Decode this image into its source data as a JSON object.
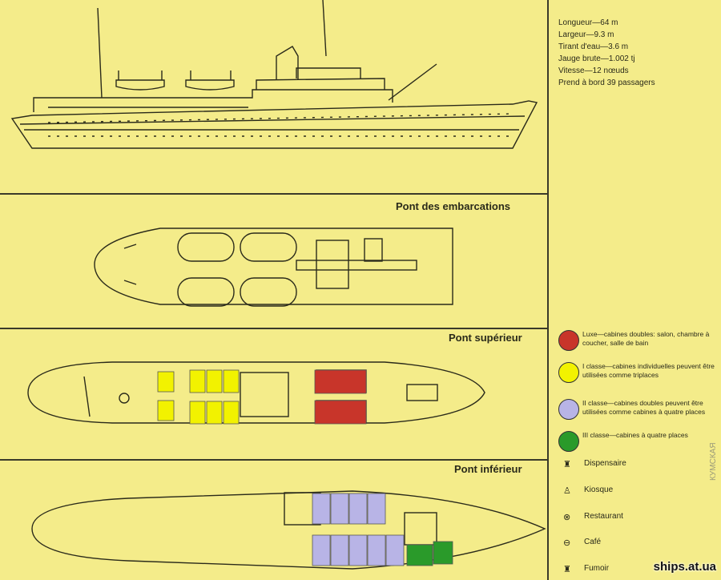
{
  "specs": [
    "Longueur—64 m",
    "Largeur—9.3 m",
    "Tirant d'eau—3.6 m",
    "Jauge brute—1.002 tj",
    "Vitesse—12 nœuds",
    "Prend à bord   39 passagers"
  ],
  "sections": {
    "boat_deck": "Pont des embarcations",
    "upper_deck": "Pont supérieur",
    "lower_deck": "Pont inférieur"
  },
  "legend": [
    {
      "color": "#c8352a",
      "text": "Luxe—cabines doubles: salon, chambre à coucher, salle de bain"
    },
    {
      "color": "#f2f200",
      "text": "I classe—cabines individuelles peuvent être utilisées comme triplaces"
    },
    {
      "color": "#b8b4e6",
      "text": "II classe—cabines doubles peuvent être utilisées comme cabines à quatre places"
    },
    {
      "color": "#2a9a2a",
      "text": "III classe—cabines à quatre places"
    }
  ],
  "symbols": [
    {
      "icon": "♜",
      "label": "Dispensaire"
    },
    {
      "icon": "♙",
      "label": "Kiosque"
    },
    {
      "icon": "⊗",
      "label": "Restaurant"
    },
    {
      "icon": "⊖",
      "label": "Café"
    },
    {
      "icon": "♜",
      "label": "Fumoir"
    }
  ],
  "watermark": "ships.at.ua",
  "vertical_watermark": "КУМСКАЯ"
}
